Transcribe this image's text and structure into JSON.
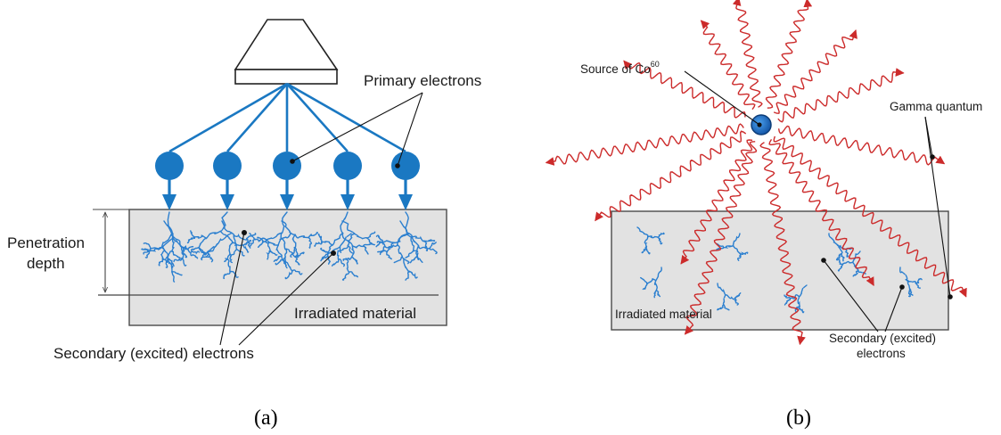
{
  "panel_a": {
    "caption": "(a)",
    "primary_label": "Primary electrons",
    "penetration_label_line1": "Penetration",
    "penetration_label_line2": "depth",
    "material_label": "Irradiated material",
    "secondary_label": "Secondary (excited) electrons",
    "electron_color": "#1a78c2"
  },
  "panel_b": {
    "caption": "(b)",
    "source_label": "Source of Co",
    "source_superscript": "60",
    "gamma_label": "Gamma quantum",
    "material_label": "Irradiated material",
    "secondary_label_line1": "Secondary (excited)",
    "secondary_label_line2": "electrons",
    "wave_color": "#cc2b2b",
    "source_color": "#1f70c0"
  }
}
